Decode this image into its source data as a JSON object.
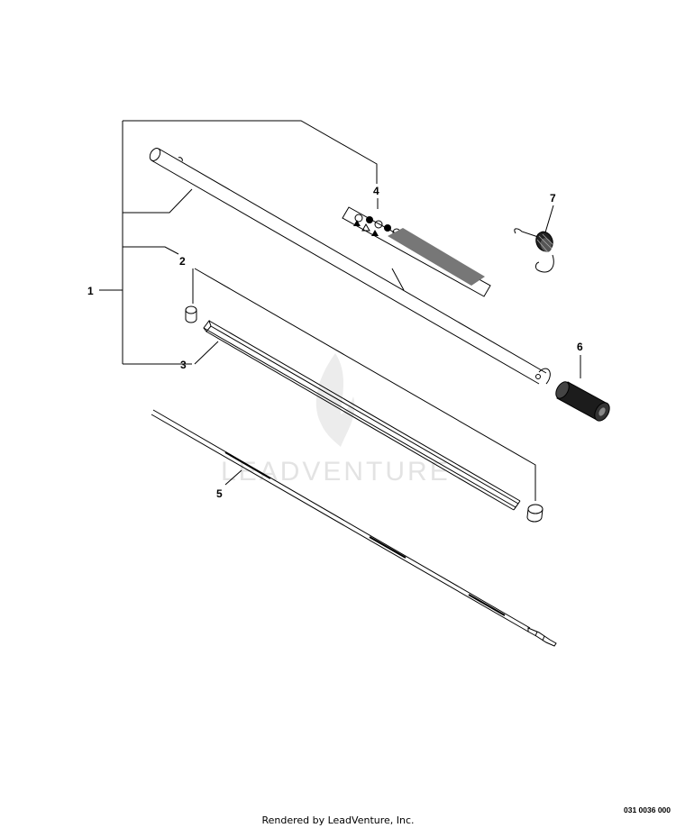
{
  "callouts": {
    "c1": "1",
    "c2": "2",
    "c3": "3",
    "c4": "4",
    "c5": "5",
    "c6": "6",
    "c7": "7"
  },
  "drawing_code": "031 0036 000",
  "watermark": "LEADVENTURE",
  "footer": "Rendered by LeadVenture, Inc."
}
